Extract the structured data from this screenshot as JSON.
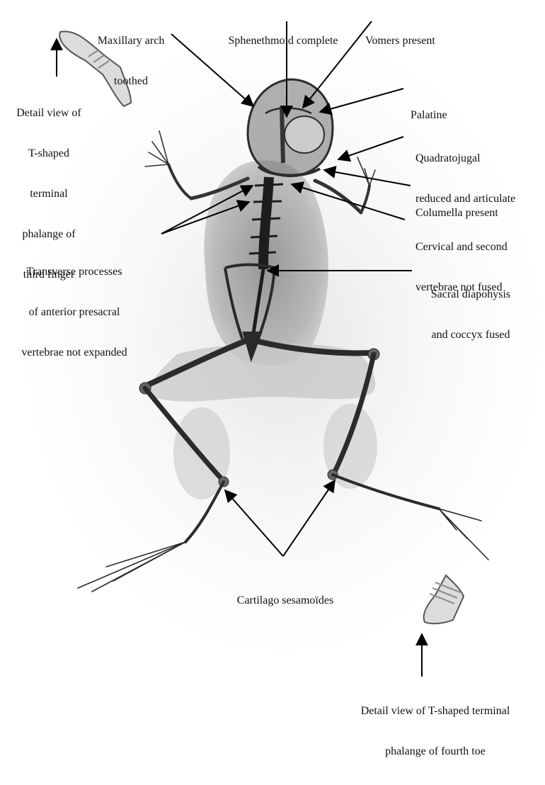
{
  "figure": {
    "labels": {
      "maxillary_arch": [
        "Maxillary arch",
        "toothed"
      ],
      "sphenethmoid": [
        "Sphenethmoid complete"
      ],
      "vomers": [
        "Vomers present"
      ],
      "palatine": [
        "Palatine"
      ],
      "quadratojugal": [
        "Quadratojugal",
        "reduced and articulate"
      ],
      "columella": [
        "Columella present"
      ],
      "cervical": [
        "Cervical and second",
        "vertebrae not fused"
      ],
      "sacral": [
        "Sacral diapohysis",
        "and coccyx fused"
      ],
      "transverse": [
        "Transverse processes",
        "of anterior presacral",
        "vertebrae not expanded"
      ],
      "finger_detail": [
        "Detail view of",
        "T-shaped",
        "terminal",
        "phalange of",
        "third finger"
      ],
      "cartilago": [
        "Cartilago sesamoïdes"
      ],
      "toe_detail": [
        "Detail view of T-shaped terminal",
        "phalange of fourth toe"
      ]
    },
    "colors": {
      "background": "#ffffff",
      "bone": "#2b2b2b",
      "body_shadow": "#9a9a9a",
      "arrow": "#000000"
    }
  }
}
